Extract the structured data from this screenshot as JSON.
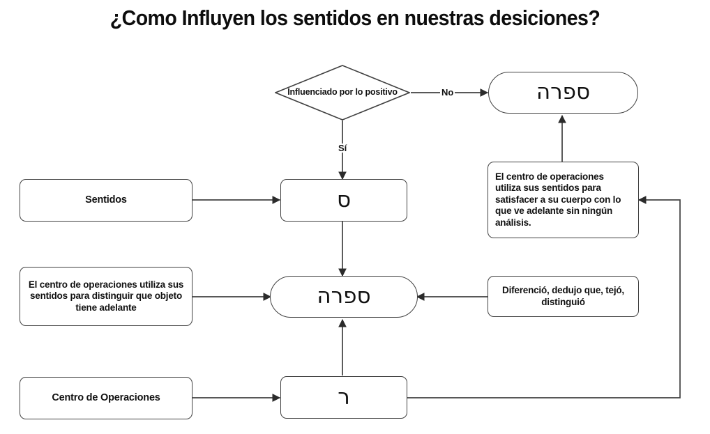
{
  "page": {
    "title": "¿Como Influyen los sentidos en nuestras desiciones?",
    "background_color": "#ffffff",
    "stroke_color": "#404040",
    "text_color": "#111111"
  },
  "diagram": {
    "type": "flowchart",
    "nodes": [
      {
        "id": "sentidos",
        "shape": "rounded-rect",
        "label": "Sentidos",
        "script": "latin"
      },
      {
        "id": "decision-positivo",
        "shape": "diamond",
        "label": "Influenciado por lo positivo",
        "script": "latin"
      },
      {
        "id": "samekh",
        "shape": "rounded-rect",
        "label": "ס",
        "script": "hebrew"
      },
      {
        "id": "sfera-top",
        "shape": "stadium",
        "label": "ספרה",
        "script": "hebrew"
      },
      {
        "id": "centro-satisfacer",
        "shape": "rounded-rect",
        "label": "El centro de operaciones utiliza sus sentidos para satisfacer a su cuerpo con lo que ve adelante sin ningún análisis.",
        "script": "latin"
      },
      {
        "id": "centro-distinguir",
        "shape": "rounded-rect",
        "label": "El centro de operaciones utiliza sus sentidos para distinguir que objeto tiene adelante",
        "script": "latin"
      },
      {
        "id": "sfera-middle",
        "shape": "stadium",
        "label": "ספרה",
        "script": "hebrew"
      },
      {
        "id": "diferencio",
        "shape": "rounded-rect",
        "label": "Diferenció, dedujo que, tejó, distinguió",
        "script": "latin"
      },
      {
        "id": "centro-operaciones",
        "shape": "rounded-rect",
        "label": "Centro de Operaciones",
        "script": "latin"
      },
      {
        "id": "resh",
        "shape": "rounded-rect",
        "label": "ר",
        "script": "hebrew"
      }
    ],
    "edge_labels": [
      {
        "id": "no-label",
        "text": "No"
      },
      {
        "id": "si-label",
        "text": "Sí"
      }
    ],
    "edges": [
      {
        "from": "sentidos",
        "to": "samekh",
        "label": ""
      },
      {
        "from": "decision-positivo",
        "to": "sfera-top",
        "label": "No"
      },
      {
        "from": "decision-positivo",
        "to": "samekh",
        "label": "Sí"
      },
      {
        "from": "samekh",
        "to": "sfera-middle",
        "label": ""
      },
      {
        "from": "centro-satisfacer",
        "to": "sfera-top",
        "label": ""
      },
      {
        "from": "centro-distinguir",
        "to": "sfera-middle",
        "label": ""
      },
      {
        "from": "diferencio",
        "to": "sfera-middle",
        "label": ""
      },
      {
        "from": "centro-operaciones",
        "to": "resh",
        "label": ""
      },
      {
        "from": "resh",
        "to": "sfera-middle",
        "label": ""
      },
      {
        "from": "resh",
        "to": "centro-satisfacer",
        "label": ""
      }
    ]
  }
}
